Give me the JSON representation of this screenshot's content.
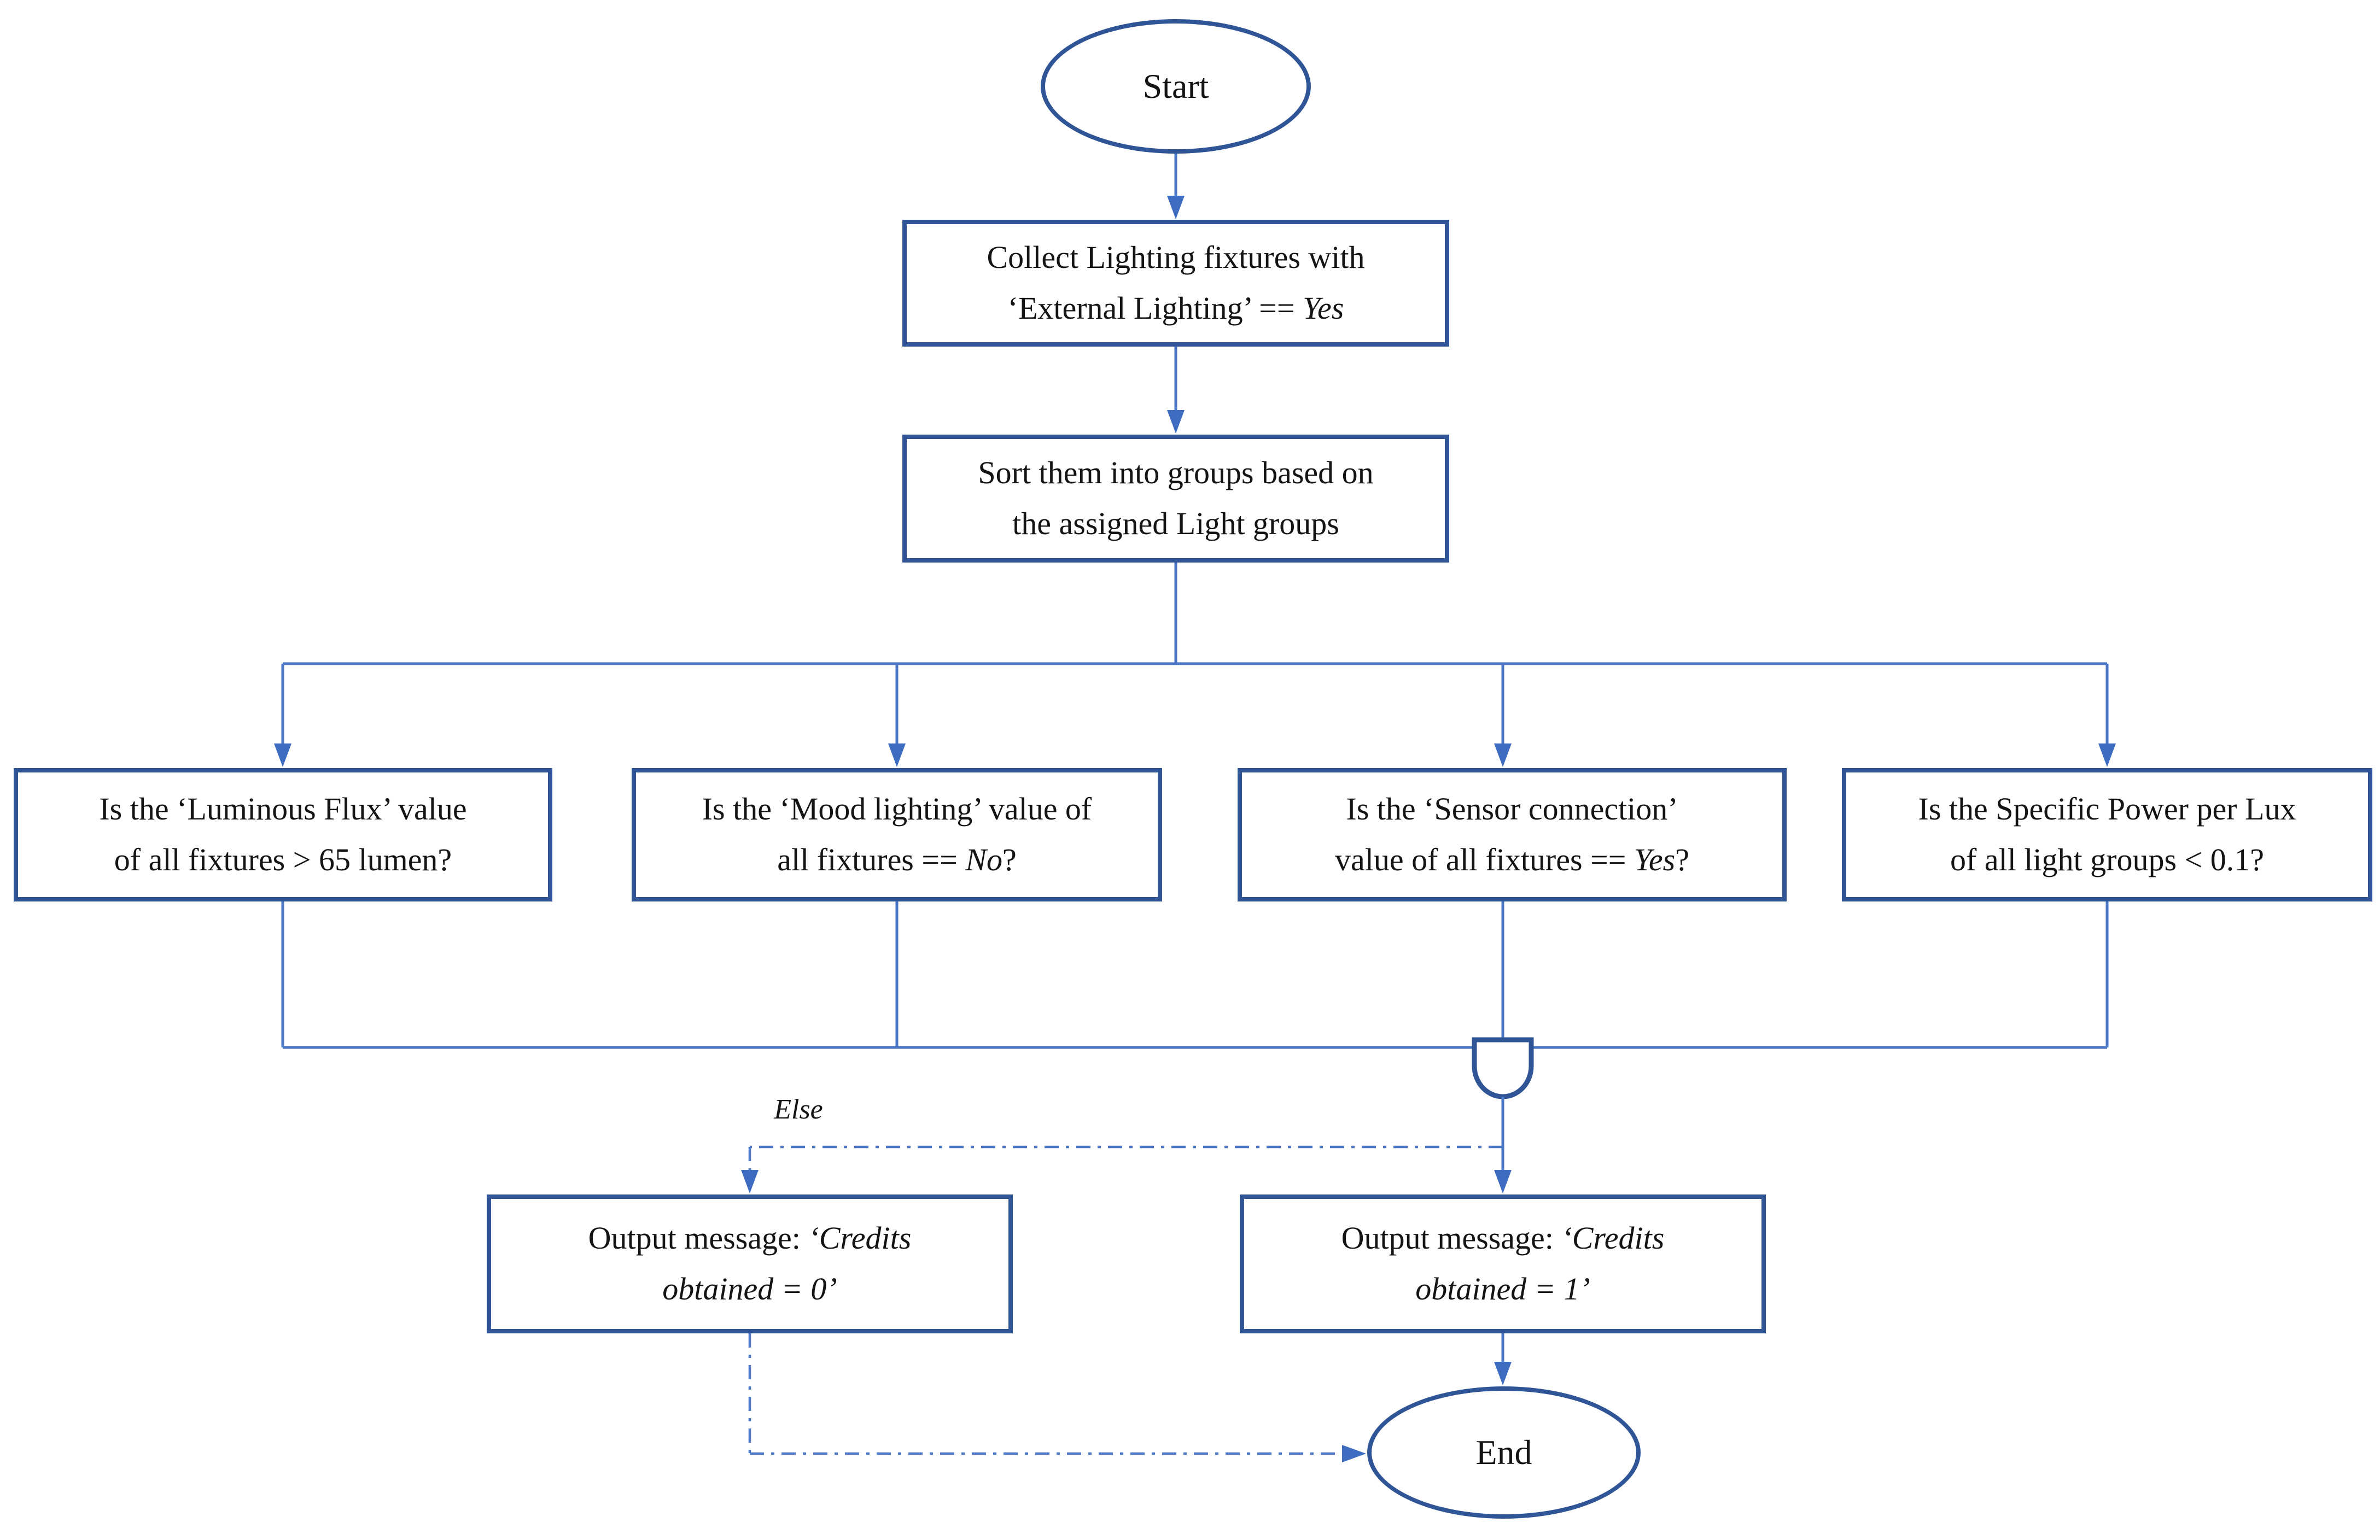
{
  "colors": {
    "shape_border": "#2f5597",
    "connector": "#4a76c4",
    "arrow": "#3e6cc0",
    "text": "#141414",
    "background": "#ffffff"
  },
  "labels": {
    "else": "Else"
  },
  "nodes": {
    "start": {
      "label": "Start"
    },
    "collect": {
      "lines": [
        [
          {
            "t": "Collect Lighting fixtures with"
          }
        ],
        [
          {
            "t": "‘External Lighting’ == "
          },
          {
            "t": "Yes",
            "i": true
          }
        ]
      ]
    },
    "sort": {
      "lines": [
        [
          {
            "t": "Sort them into groups based on"
          }
        ],
        [
          {
            "t": "the assigned Light groups"
          }
        ]
      ]
    },
    "d1": {
      "lines": [
        [
          {
            "t": "Is the ‘Luminous Flux’ value"
          }
        ],
        [
          {
            "t": "of all fixtures > 65 lumen?"
          }
        ]
      ]
    },
    "d2": {
      "lines": [
        [
          {
            "t": "Is the ‘Mood lighting’ value of"
          }
        ],
        [
          {
            "t": "all fixtures == "
          },
          {
            "t": "No",
            "i": true
          },
          {
            "t": "?"
          }
        ]
      ]
    },
    "d3": {
      "lines": [
        [
          {
            "t": "Is the ‘Sensor connection’"
          }
        ],
        [
          {
            "t": "value of all fixtures == "
          },
          {
            "t": "Yes",
            "i": true
          },
          {
            "t": "?"
          }
        ]
      ]
    },
    "d4": {
      "lines": [
        [
          {
            "t": "Is the Specific Power per Lux"
          }
        ],
        [
          {
            "t": "of all light groups < 0.1?"
          }
        ]
      ]
    },
    "out0": {
      "lines": [
        [
          {
            "t": "Output message: "
          },
          {
            "t": "‘Credits",
            "i": true
          }
        ],
        [
          {
            "t": "obtained = 0’",
            "i": true
          }
        ]
      ]
    },
    "out1": {
      "lines": [
        [
          {
            "t": "Output message: "
          },
          {
            "t": "‘Credits",
            "i": true
          }
        ],
        [
          {
            "t": "obtained = 1’",
            "i": true
          }
        ]
      ]
    },
    "end": {
      "label": "End"
    }
  }
}
